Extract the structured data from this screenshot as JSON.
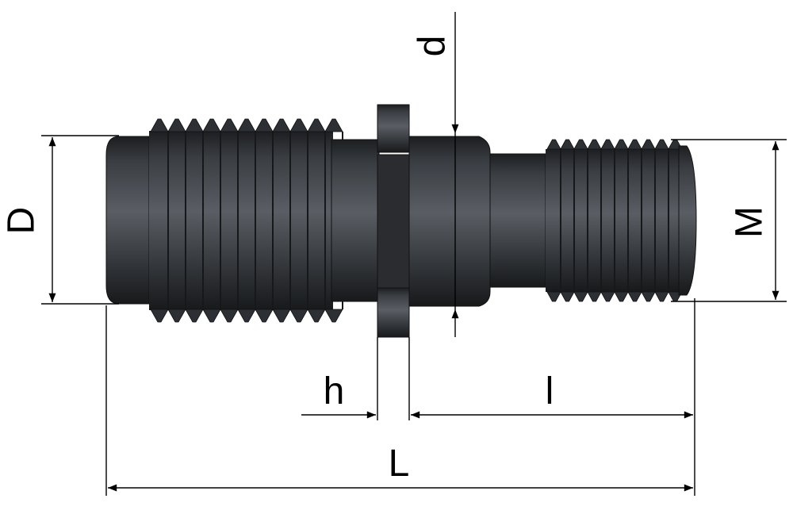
{
  "labels": {
    "D": "D",
    "d": "d",
    "M": "M",
    "h": "h",
    "l": "l",
    "L": "L"
  },
  "colors": {
    "body_dark": "#26282b",
    "body_mid": "#45484d",
    "body_light": "#6c7076",
    "line": "#000000",
    "background": "#ffffff"
  }
}
